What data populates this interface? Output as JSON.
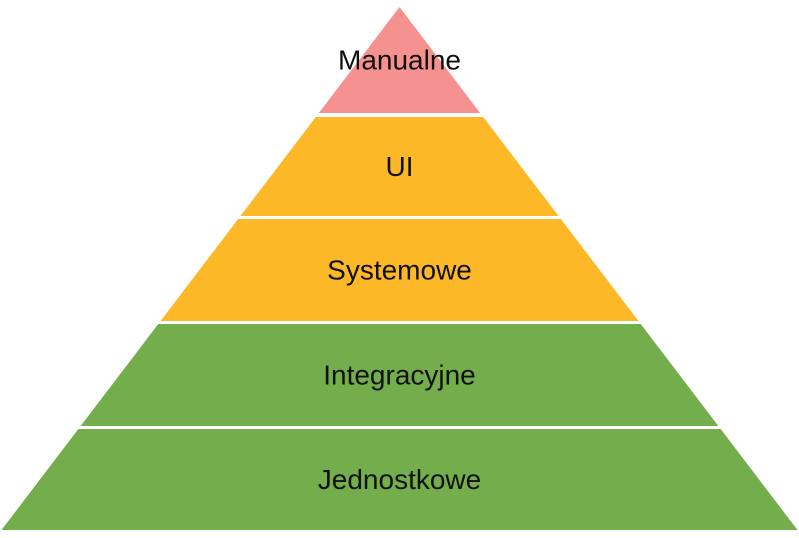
{
  "diagram": {
    "type": "pyramid",
    "name": "test-pyramid",
    "background": "#ffffff",
    "text_color": "#111111",
    "gap_color": "#ffffff",
    "levels": [
      {
        "id": "manualne",
        "label": "Manualne",
        "color": "#f5918f"
      },
      {
        "id": "ui",
        "label": "UI",
        "color": "#fcb827"
      },
      {
        "id": "systemowe",
        "label": "Systemowe",
        "color": "#fcb827"
      },
      {
        "id": "integracyjne",
        "label": "Integracyjne",
        "color": "#74ad4b"
      },
      {
        "id": "jednostkowe",
        "label": "Jednostkowe",
        "color": "#74ad4b"
      }
    ]
  }
}
